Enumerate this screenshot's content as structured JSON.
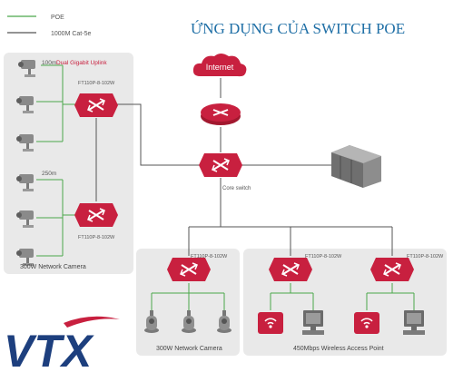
{
  "title": "ỨNG DỤNG CỦA SWITCH POE",
  "legend": {
    "poe": "POE",
    "cat5e": "1000M Cat-5e"
  },
  "cloud": {
    "label": "Internet"
  },
  "core": {
    "label": "Core switch"
  },
  "left_group": {
    "uplink_label": "Dual Gigabit Uplink",
    "distance_top": "100m",
    "distance_bottom": "250m",
    "switch_top_label": "FT110P-8-102W",
    "switch_bottom_label": "FT110P-8-102W",
    "caption": "300W Network Camera"
  },
  "bottom_mid": {
    "switch_label": "FT110P-8-102W",
    "caption": "300W Network Camera"
  },
  "bottom_right": {
    "switch_left_label": "FT110P-8-102W",
    "switch_right_label": "FT110P-8-102W",
    "caption": "450Mbps Wireless Access Point"
  },
  "logo": {
    "text": "VTX"
  },
  "colors": {
    "accent": "#c8203f",
    "title": "#1f6fa6",
    "poe_line": "#4aa84a",
    "cat_line": "#555555",
    "panel": "#e9e9e9",
    "logo": "#1d3f7e"
  }
}
